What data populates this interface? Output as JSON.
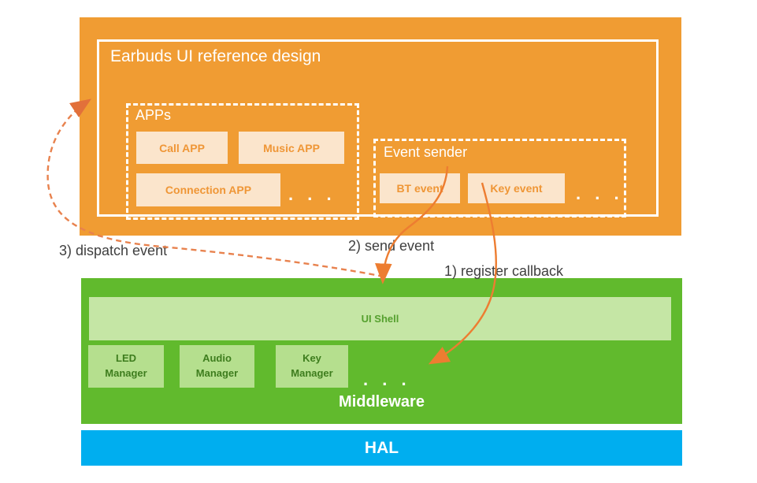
{
  "app_layer": {
    "title": "Earbuds UI reference design",
    "apps": {
      "label": "APPs",
      "items": [
        "Call APP",
        "Music APP",
        "Connection APP"
      ],
      "more": ". . ."
    },
    "event_sender": {
      "label": "Event sender",
      "items": [
        "BT event",
        "Key event"
      ],
      "more": ". . ."
    }
  },
  "middleware": {
    "label": "Middleware",
    "ui_shell": "UI Shell",
    "managers": [
      "LED\nManager",
      "Audio\nManager",
      "Key\nManager"
    ],
    "more": ". . ."
  },
  "hal": {
    "label": "HAL"
  },
  "annotations": {
    "step3": "3) dispatch event",
    "step2": "2) send event",
    "step1": "1) register callback"
  },
  "colors": {
    "app_layer_orange": "#F09C33",
    "chip_fill": "#FBE5CC",
    "chip_text": "#EF9636",
    "middleware_green": "#61BA2D",
    "ui_shell_fill": "#C5E6A5",
    "manager_fill": "#B5DF8E",
    "manager_text": "#3E7D1E",
    "hal_blue": "#00AEEF",
    "arrow_solid": "#ED7D31",
    "arrow_dashed": "#E8824E",
    "annotation_text": "#3F3F3F"
  }
}
